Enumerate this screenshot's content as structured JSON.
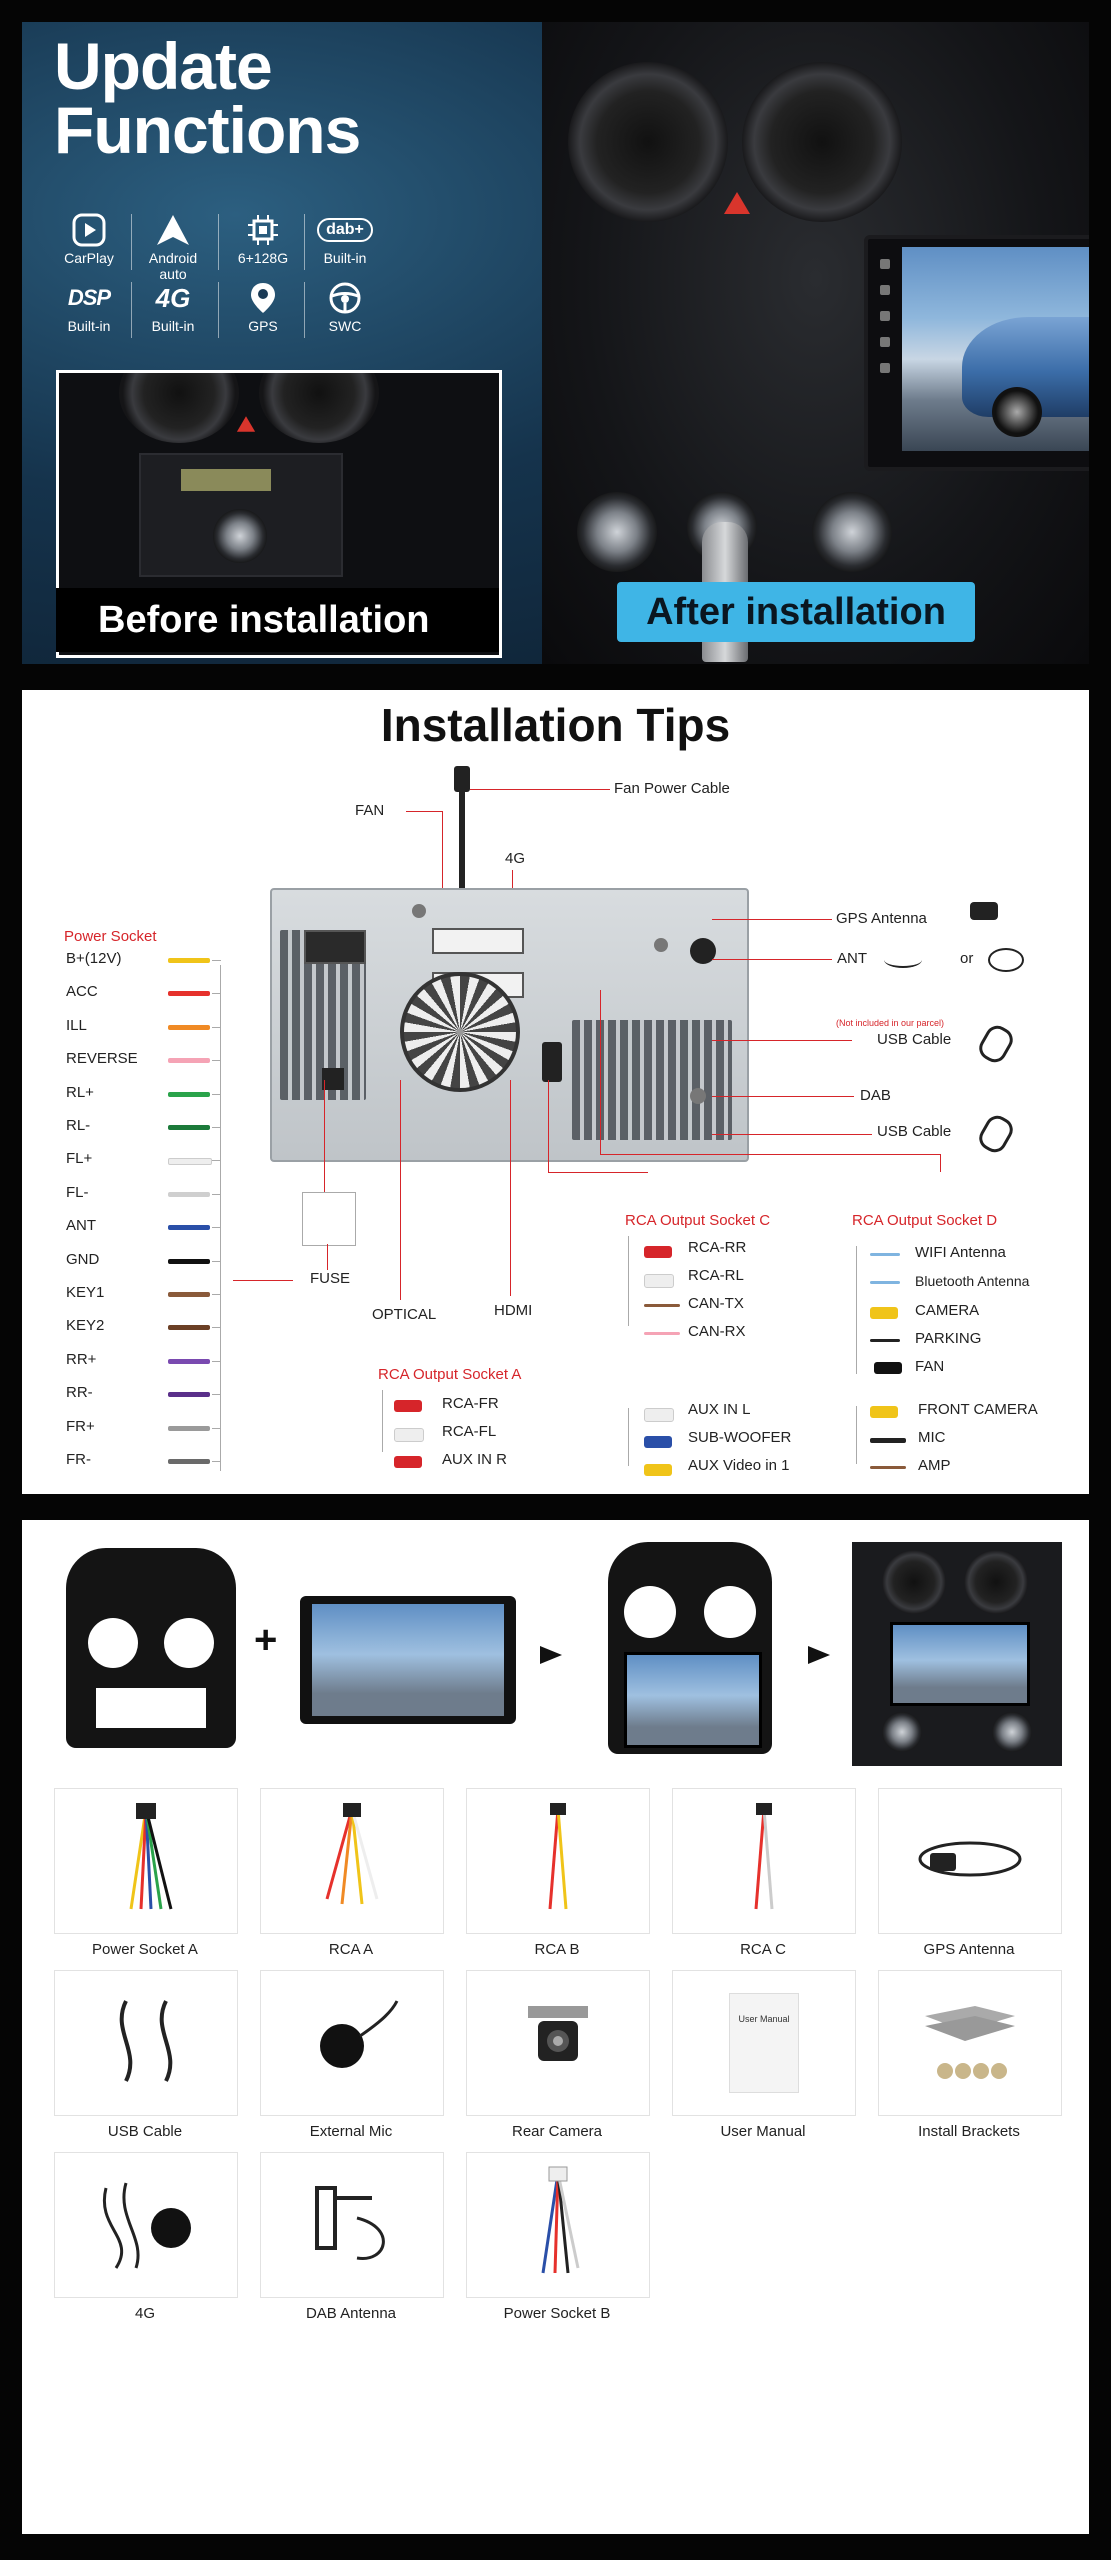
{
  "hero": {
    "title_line1": "Update",
    "title_line2": "Functions",
    "features": [
      {
        "icon": "carplay-icon",
        "label": "CarPlay"
      },
      {
        "icon": "android-auto-icon",
        "label": "Android auto"
      },
      {
        "icon": "chip-icon",
        "label": "6+128G"
      },
      {
        "icon": "dab-plus-icon",
        "label": "Built-in",
        "badge": "dab+"
      },
      {
        "icon": "dsp-icon",
        "label": "Built-in",
        "badge": "DSP"
      },
      {
        "icon": "4g-icon",
        "label": "Built-in",
        "badge": "4G"
      },
      {
        "icon": "gps-pin-icon",
        "label": "GPS"
      },
      {
        "icon": "steering-wheel-icon",
        "label": "SWC"
      }
    ],
    "before_label": "Before installation",
    "after_label": "After installation",
    "accent": "#3fb5e6"
  },
  "tips": {
    "title": "Installation Tips",
    "fan_power_cable": "Fan Power Cable",
    "fan": "FAN",
    "four_g": "4G",
    "gps_antenna": "GPS Antenna",
    "ant": "ANT",
    "or": "or",
    "not_included": "(Not included in our parcel)",
    "usb_cable_1": "USB Cable",
    "dab": "DAB",
    "usb_cable_2": "USB Cable",
    "fuse": "FUSE",
    "optical": "OPTICAL",
    "hdmi": "HDMI",
    "power_socket": {
      "title": "Power Socket",
      "pins": [
        {
          "label": "B+(12V)",
          "color": "#f0c419"
        },
        {
          "label": "ACC",
          "color": "#e6312c"
        },
        {
          "label": "ILL",
          "color": "#f08a24"
        },
        {
          "label": "REVERSE",
          "color": "#f5a3b5"
        },
        {
          "label": "RL+",
          "color": "#2aa34a"
        },
        {
          "label": "RL-",
          "color": "#1c7a3a"
        },
        {
          "label": "FL+",
          "color": "#eeeeee"
        },
        {
          "label": "FL-",
          "color": "#cfcfcf"
        },
        {
          "label": "ANT",
          "color": "#2a4fa8"
        },
        {
          "label": "GND",
          "color": "#111111"
        },
        {
          "label": "KEY1",
          "color": "#8a5a3a"
        },
        {
          "label": "KEY2",
          "color": "#6b3f25"
        },
        {
          "label": "RR+",
          "color": "#7a4ab0"
        },
        {
          "label": "RR-",
          "color": "#5a2f8a"
        },
        {
          "label": "FR+",
          "color": "#9a9a9a"
        },
        {
          "label": "FR-",
          "color": "#6a6a6a"
        }
      ]
    },
    "rca_a": {
      "title": "RCA Output Socket A",
      "items": [
        "RCA-FR",
        "RCA-FL",
        "AUX IN R"
      ]
    },
    "rca_c": {
      "title": "RCA Output Socket C",
      "items": [
        "RCA-RR",
        "RCA-RL",
        "CAN-TX",
        "CAN-RX"
      ]
    },
    "rca_d": {
      "title": "RCA Output Socket D",
      "items": [
        "WIFI Antenna",
        "Bluetooth Antenna",
        "CAMERA",
        "PARKING",
        "FAN"
      ]
    },
    "rca_c_extra": [
      "AUX IN L",
      "SUB-WOOFER",
      "AUX Video in 1"
    ],
    "rca_d_extra": [
      "FRONT CAMERA",
      "MIC",
      "AMP"
    ]
  },
  "pack": {
    "plus": "+",
    "items": [
      "Power Socket A",
      "RCA  A",
      "RCA  B",
      "RCA  C",
      "GPS Antenna",
      "USB Cable",
      "External Mic",
      "Rear Camera",
      "User Manual",
      "Install Brackets",
      "4G",
      "DAB Antenna",
      "Power Socket B"
    ],
    "manual_text": "User Manual"
  }
}
